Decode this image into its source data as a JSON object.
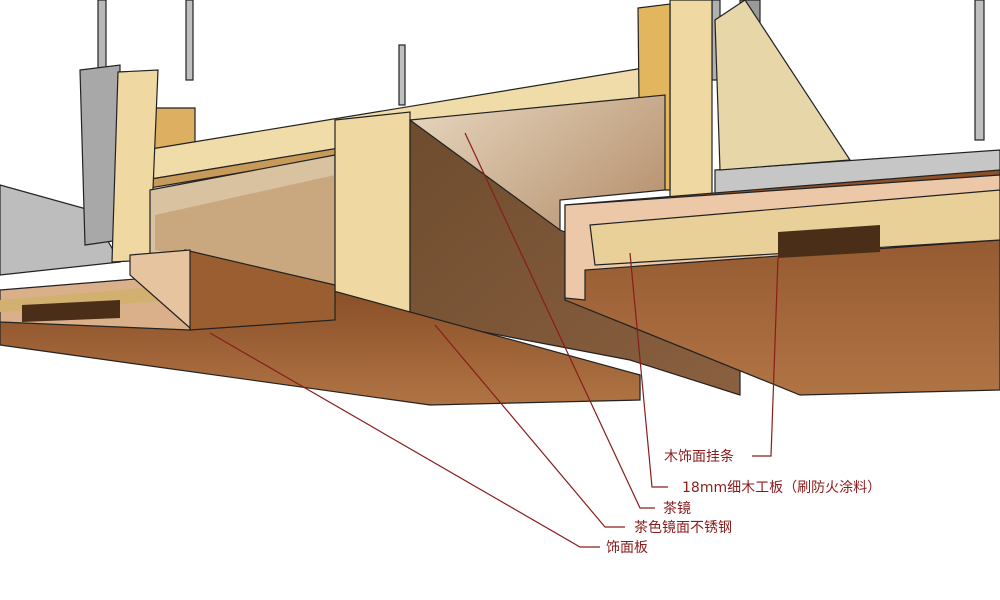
{
  "labels": {
    "wood_hanging_strip": "木饰面挂条",
    "blockboard": "18mm细木工板（刷防火涂料）",
    "tea_mirror": "茶镜",
    "tea_stainless": "茶色镜面不锈钢",
    "veneer_panel": "饰面板"
  },
  "colors": {
    "leader": "#8a1c1c",
    "plywood": "#e9d3a0",
    "veneer": "#9a5a2e",
    "shadow_wood": "#6b4426"
  }
}
